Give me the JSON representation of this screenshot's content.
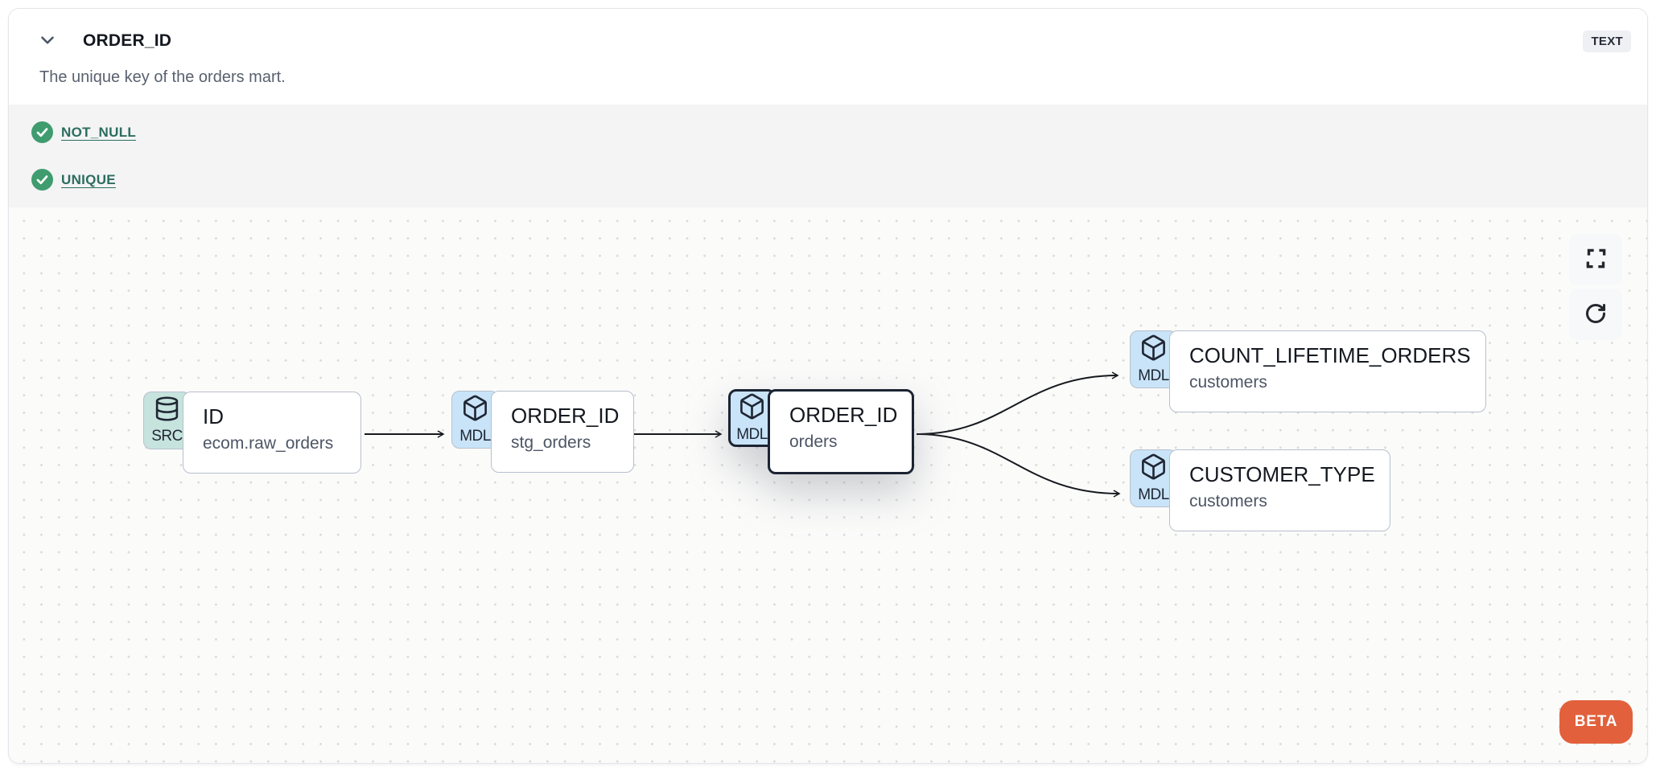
{
  "header": {
    "title": "ORDER_ID",
    "type_badge": "TEXT",
    "description": "The unique key of the orders mart."
  },
  "tests": [
    {
      "label": "NOT_NULL",
      "status": "pass"
    },
    {
      "label": "UNIQUE",
      "status": "pass"
    }
  ],
  "lineage": {
    "nodes": [
      {
        "kind": "SRC",
        "icon": "database-icon",
        "title": "ID",
        "subtitle": "ecom.raw_orders",
        "selected": false
      },
      {
        "kind": "MDL",
        "icon": "cube-icon",
        "title": "ORDER_ID",
        "subtitle": "stg_orders",
        "selected": false
      },
      {
        "kind": "MDL",
        "icon": "cube-icon",
        "title": "ORDER_ID",
        "subtitle": "orders",
        "selected": true
      },
      {
        "kind": "MDL",
        "icon": "cube-icon",
        "title": "COUNT_LIFETIME_ORDERS",
        "subtitle": "customers",
        "selected": false
      },
      {
        "kind": "MDL",
        "icon": "cube-icon",
        "title": "CUSTOMER_TYPE",
        "subtitle": "customers",
        "selected": false
      }
    ],
    "edges": [
      {
        "from": "ID",
        "to": "ORDER_ID (stg_orders)"
      },
      {
        "from": "ORDER_ID (stg_orders)",
        "to": "ORDER_ID (orders)"
      },
      {
        "from": "ORDER_ID (orders)",
        "to": "COUNT_LIFETIME_ORDERS"
      },
      {
        "from": "ORDER_ID (orders)",
        "to": "CUSTOMER_TYPE"
      }
    ],
    "controls": {
      "fullscreen": "fullscreen-icon",
      "refresh": "refresh-icon"
    },
    "beta_label": "BETA"
  },
  "colors": {
    "panel_border": "#e3e5e9",
    "tests_background": "#f4f4f5",
    "canvas_background": "#fbfbfa",
    "test_pass_green": "#3f9c6f",
    "test_link": "#2b6d5e",
    "src_badge": "#c6e3de",
    "mdl_badge": "#c9e4f8",
    "node_border": "#b7c0cc",
    "selected_border": "#1c2433",
    "beta_orange": "#e2613c"
  }
}
